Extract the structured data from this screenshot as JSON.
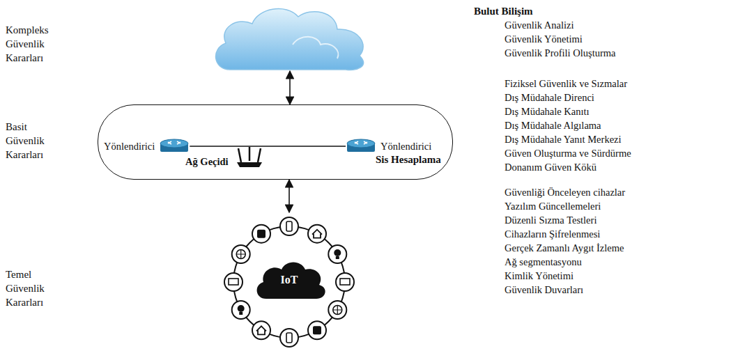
{
  "diagram": {
    "nodes": [
      {
        "text": [
          "Bulut Bilişim"
        ]
      },
      {
        "text": [
          "Sis Hesaplama"
        ]
      },
      {
        "text": [
          "Yönlendirici"
        ],
        "in": 1
      },
      {
        "text": [
          "Yönlendirici"
        ],
        "in": 1
      },
      {
        "text": [
          "Ağ Geçidi"
        ],
        "in": 1
      },
      {
        "text": [
          "IoT"
        ]
      }
    ],
    "edges": [
      {
        "from": 0,
        "to": 1,
        "arrow": "both"
      },
      {
        "from": 2,
        "to": 3,
        "arrow": "none"
      },
      {
        "from": 1,
        "to": 5,
        "arrow": "both"
      }
    ],
    "labels": [
      "Kompleks Güvenlik Kararları",
      "Basit Güvenlik Kararları",
      "Temel Güvenlik Kararları",
      "Güvenlik Analizi",
      "Güvenlik Yönetimi",
      "Güvenlik Profili Oluşturma",
      "Fiziksel Güvenlik ve Sızmalar",
      "Dış Müdahale Direnci",
      "Dış Müdahale Kanıtı",
      "Dış Müdahale Algılama",
      "Dış Müdahale Yanıt Merkezi",
      "Güven Oluşturma ve Sürdürme",
      "Donanım Güven Kökü",
      "Güvenliği Önceleyen cihazlar",
      "Yazılım Güncellemeleri",
      "Düzenli Sızma Testleri",
      "Cihazların Şifrelenmesi",
      "Gerçek Zamanlı Aygıt İzleme",
      "Ağ segmentasyonu",
      "Kimlik Yönetimi",
      "Güvenlik Duvarları"
    ]
  }
}
